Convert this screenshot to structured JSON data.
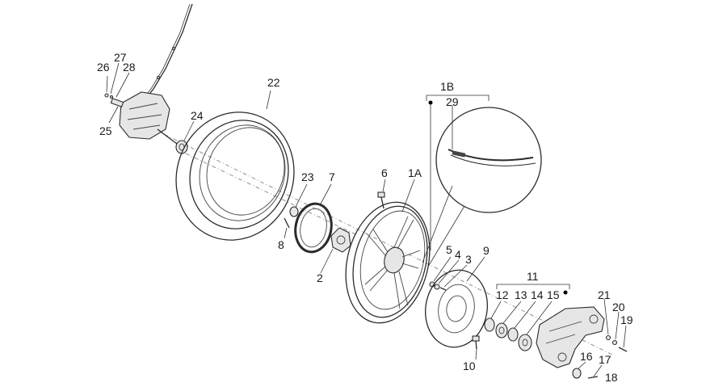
{
  "diagram": {
    "labels": {
      "p1A": "1A",
      "p1B": "1B",
      "p2": "2",
      "p3": "3",
      "p4": "4",
      "p5": "5",
      "p6": "6",
      "p7": "7",
      "p8": "8",
      "p9": "9",
      "p10": "10",
      "p11": "11",
      "p12": "12",
      "p13": "13",
      "p14": "14",
      "p15": "15",
      "p16": "16",
      "p17": "17",
      "p18": "18",
      "p19": "19",
      "p20": "20",
      "p21": "21",
      "p22": "22",
      "p23": "23",
      "p24": "24",
      "p25": "25",
      "p26": "26",
      "p27": "27",
      "p28": "28",
      "p29": "29"
    },
    "icons": [
      "dot-marker-icon",
      "callout-circle-icon"
    ]
  }
}
